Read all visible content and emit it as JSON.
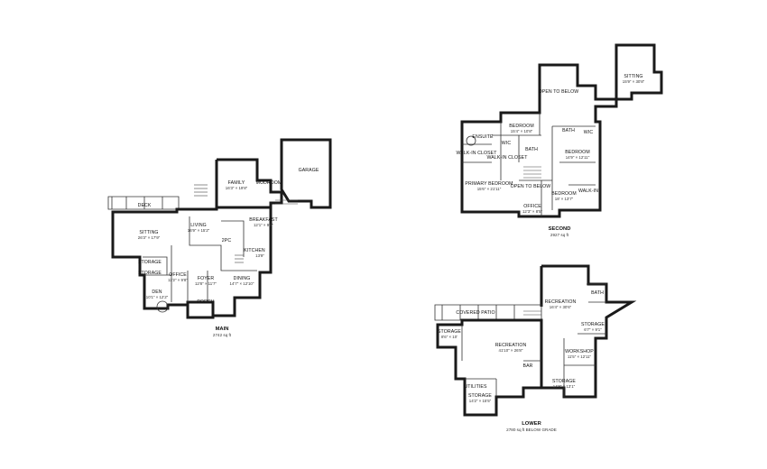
{
  "floors": {
    "main": {
      "title": "MAIN",
      "area": "2742 sq ft",
      "rooms": {
        "deck": {
          "name": "DECK",
          "dims": ""
        },
        "sitting": {
          "name": "SITTING",
          "dims": "26'3\" × 17'9\""
        },
        "family": {
          "name": "FAMILY",
          "dims": "16'3\" × 19'8\""
        },
        "living": {
          "name": "LIVING",
          "dims": "16'9\" × 15'2\""
        },
        "breakfast": {
          "name": "BREAKFAST",
          "dims": "12'1\" × 9'8\""
        },
        "kitchen": {
          "name": "KITCHEN",
          "dims": "13'9\""
        },
        "garage": {
          "name": "GARAGE",
          "dims": ""
        },
        "mudroom": {
          "name": "MUDROOM",
          "dims": ""
        },
        "storage1": {
          "name": "STORAGE",
          "dims": ""
        },
        "storage2": {
          "name": "STORAGE",
          "dims": ""
        },
        "office": {
          "name": "OFFICE",
          "dims": "11'2\" × 9'8\""
        },
        "foyer": {
          "name": "FOYER",
          "dims": "12'8\" × 11'7\""
        },
        "dining": {
          "name": "DINING",
          "dims": "14'7\" × 12'10\""
        },
        "den": {
          "name": "DEN",
          "dims": "10'1\" × 12'2\""
        },
        "porch": {
          "name": "PORCH",
          "dims": ""
        },
        "twopc": {
          "name": "2PC",
          "dims": ""
        }
      }
    },
    "second": {
      "title": "SECOND",
      "area": "2927 sq ft",
      "rooms": {
        "sitting": {
          "name": "SITTING",
          "dims": "15'9\" × 30'8\""
        },
        "open_below_top": {
          "name": "OPEN TO BELOW",
          "dims": ""
        },
        "bedroom1": {
          "name": "BEDROOM",
          "dims": "15'4\" × 10'8\""
        },
        "ensuite": {
          "name": "ENSUITE",
          "dims": ""
        },
        "walkin1": {
          "name": "WALK-IN CLOSET",
          "dims": ""
        },
        "walkin2": {
          "name": "WALK-IN CLOSET",
          "dims": ""
        },
        "wic_a": {
          "name": "WIC",
          "dims": ""
        },
        "wic_b": {
          "name": "WIC",
          "dims": ""
        },
        "bath_a": {
          "name": "BATH",
          "dims": ""
        },
        "bath_b": {
          "name": "BATH",
          "dims": ""
        },
        "bedroom2": {
          "name": "BEDROOM",
          "dims": "14'9\" × 12'11\""
        },
        "primary": {
          "name": "PRIMARY BEDROOM",
          "dims": "15'6\" × 21'11\""
        },
        "open_below": {
          "name": "OPEN TO BELOW",
          "dims": ""
        },
        "bedroom3": {
          "name": "BEDROOM",
          "dims": "18' × 13'7\""
        },
        "office": {
          "name": "OFFICE",
          "dims": "12'3\" × 8'5\""
        },
        "walkin_in": {
          "name": "WALK-IN",
          "dims": ""
        }
      }
    },
    "lower": {
      "title": "LOWER",
      "area": "2780 sq ft BELOW GRADE",
      "rooms": {
        "covered_patio": {
          "name": "COVERED PATIO",
          "dims": ""
        },
        "recreation_top": {
          "name": "RECREATION",
          "dims": "16'4\" × 30'6\""
        },
        "bath": {
          "name": "BATH",
          "dims": ""
        },
        "storage_left": {
          "name": "STORAGE",
          "dims": "8'6\" × 10'"
        },
        "recreation": {
          "name": "RECREATION",
          "dims": "41'10\" × 26'8\""
        },
        "storage_right": {
          "name": "STORAGE",
          "dims": "6'7\" × 9'1\""
        },
        "workshop": {
          "name": "WORKSHOP",
          "dims": "11'5\" × 12'11\""
        },
        "utilities": {
          "name": "UTILITIES",
          "dims": ""
        },
        "storage_bl": {
          "name": "STORAGE",
          "dims": "14'2\" × 15'5\""
        },
        "storage_br": {
          "name": "STORAGE",
          "dims": "14'8\" × 13'1\""
        },
        "bar": {
          "name": "BAR",
          "dims": ""
        }
      }
    }
  }
}
